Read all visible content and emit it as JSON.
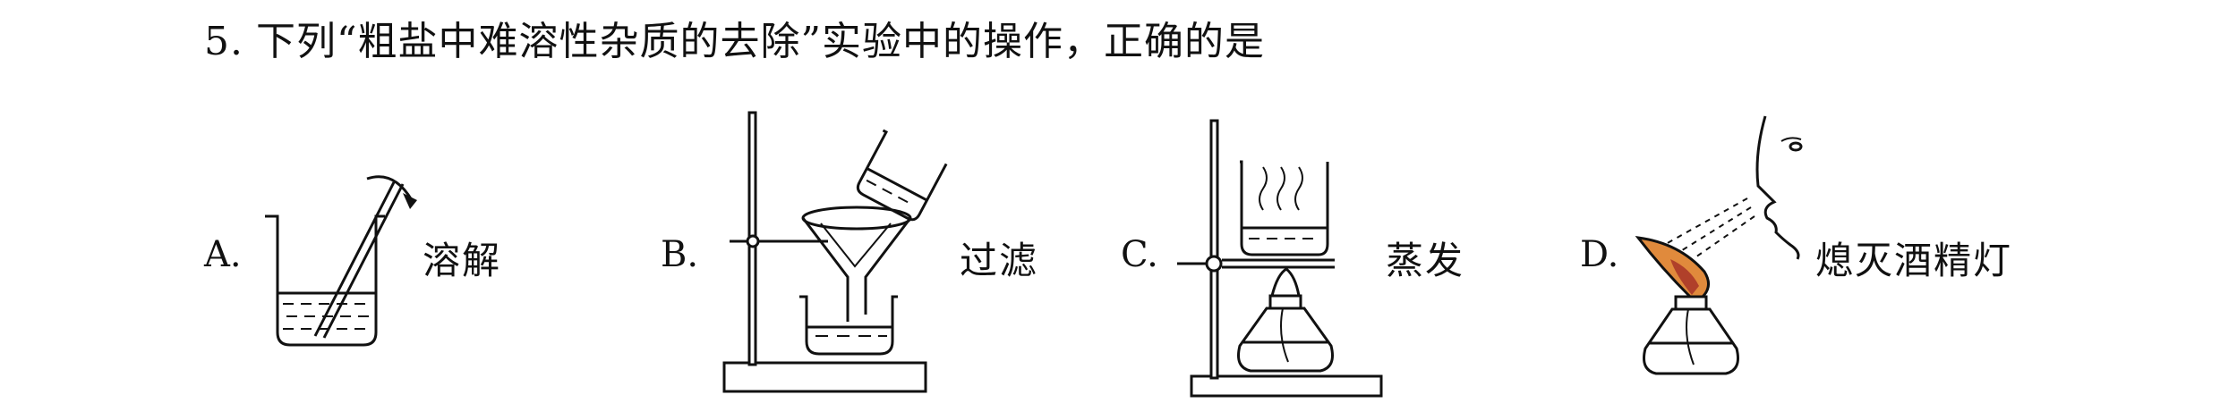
{
  "question": {
    "number": "5.",
    "text": "下列“粗盐中难溶性杂质的去除”实验中的操作，正确的是"
  },
  "options": [
    {
      "letter": "A.",
      "label": "溶解",
      "figure": "beaker-with-stirring-rod"
    },
    {
      "letter": "B.",
      "label": "过滤",
      "figure": "filtration-apparatus"
    },
    {
      "letter": "C.",
      "label": "蒸发",
      "figure": "evaporation-apparatus"
    },
    {
      "letter": "D.",
      "label": "熄灭酒精灯",
      "figure": "blowing-out-alcohol-lamp"
    }
  ]
}
